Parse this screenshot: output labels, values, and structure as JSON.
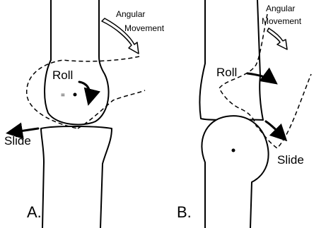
{
  "panel_a": {
    "angular_movement_line1": "Angular",
    "angular_movement_line2": "Movement",
    "roll_label": "Roll",
    "slide_label": "Slide",
    "panel_letter": "A."
  },
  "panel_b": {
    "angular_movement_line1": "Angular",
    "angular_movement_line2": "Movement",
    "roll_label": "Roll",
    "slide_label": "Slide",
    "panel_letter": "B."
  }
}
